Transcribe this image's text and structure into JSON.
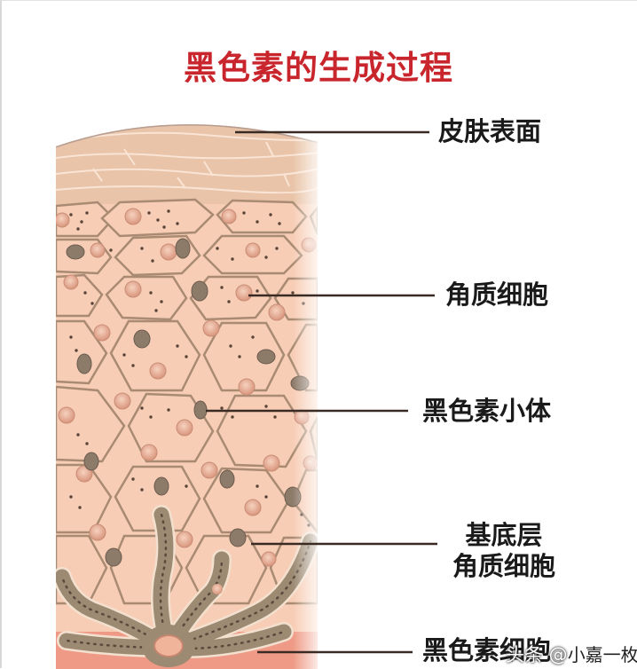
{
  "title": "黑色素的生成过程",
  "colors": {
    "title": "#c8262c",
    "label_text": "#1a1a1a",
    "leader_line": "#3a2a24",
    "skin_surface": "#e8bfa3",
    "cell_fill": "#f7cdb5",
    "cell_border": "#a98a72",
    "nucleus": "#e7a98f",
    "melanosome": "#8d7b6a",
    "melanocyte": "#9c8a72",
    "dermis": "#ef9a86"
  },
  "labels": [
    {
      "id": "skin-surface",
      "text": "皮肤表面"
    },
    {
      "id": "keratinocyte",
      "text": "角质细胞"
    },
    {
      "id": "melanosome",
      "text": "黑色素小体"
    },
    {
      "id": "basal-keratinocyte",
      "line1": "基底层",
      "line2": "角质细胞"
    },
    {
      "id": "melanocyte",
      "text": "黑色素细胞"
    }
  ],
  "watermark": {
    "prefix": "头条 @",
    "name": "小嘉一枚"
  }
}
